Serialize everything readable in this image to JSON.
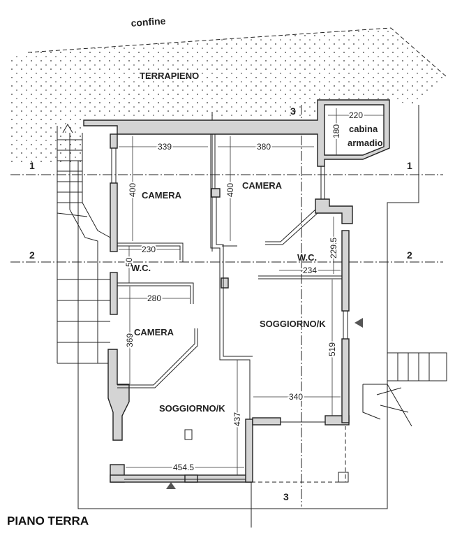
{
  "labels": {
    "confine": "confine",
    "terrapieno": "TERRAPIENO",
    "camera_1": "CAMERA",
    "camera_2": "CAMERA",
    "camera_3": "CAMERA",
    "wc_1": "W.C.",
    "wc_2": "W.C.",
    "soggiorno_1": "SOGGIORNO/K",
    "soggiorno_2": "SOGGIORNO/K",
    "cabina": "cabina",
    "armadio": "armadio"
  },
  "dimensions": {
    "d339": "339",
    "d380": "380",
    "d220": "220",
    "d180": "180",
    "d400a": "400",
    "d400b": "400",
    "d230": "230",
    "d50": "50",
    "d280": "280",
    "d369": "369",
    "d229": "229.5",
    "d234": "234",
    "d519": "519",
    "d340": "340",
    "d437": "437",
    "d454": "454.5"
  },
  "sections": {
    "s1_left": "1",
    "s1_right": "1",
    "s2_left": "2",
    "s2_right": "2",
    "s3_top": "3",
    "s3_bottom": "3"
  },
  "title": "PIANO TERRA"
}
